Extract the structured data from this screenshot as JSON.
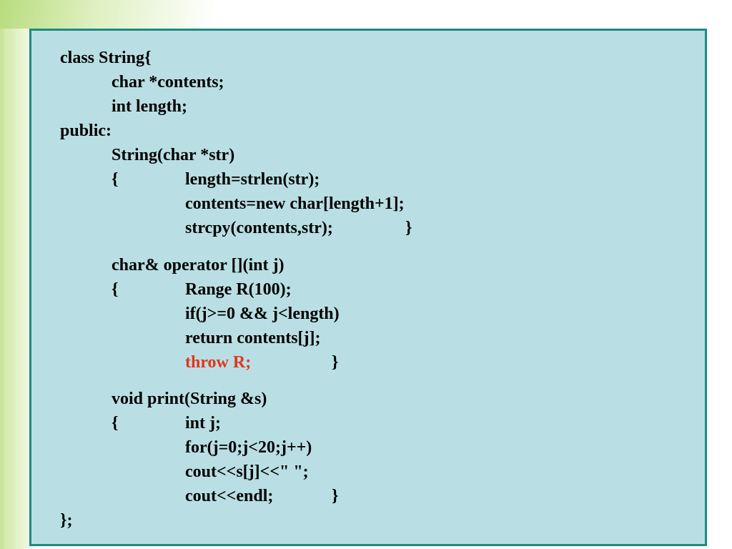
{
  "code": {
    "l1": "class String{",
    "l2": "char *contents;",
    "l3": "int length;",
    "l4": "public:",
    "l5": "String(char *str)",
    "l6_brace": "{",
    "l6_text": "length=strlen(str);",
    "l7": "contents=new char[length+1];",
    "l8_text": "strcpy(contents,str);",
    "l8_brace": "}",
    "l9": "char& operator [](int j)",
    "l10_brace": "{",
    "l10_text": "Range R(100);",
    "l11": "if(j>=0 && j<length)",
    "l12": "return contents[j];",
    "l13_text": "throw R;",
    "l13_brace": "}",
    "l14": "void print(String &s)",
    "l15_brace": "{",
    "l15_text": "int j;",
    "l16": "for(j=0;j<20;j++)",
    "l17": "cout<<s[j]<<\" \";",
    "l18_text": "cout<<endl;",
    "l18_brace": "}",
    "l19": "};"
  },
  "colors": {
    "panel_bg": "#b9dfe4",
    "panel_border": "#1d8a83",
    "highlight": "#e2361a"
  }
}
